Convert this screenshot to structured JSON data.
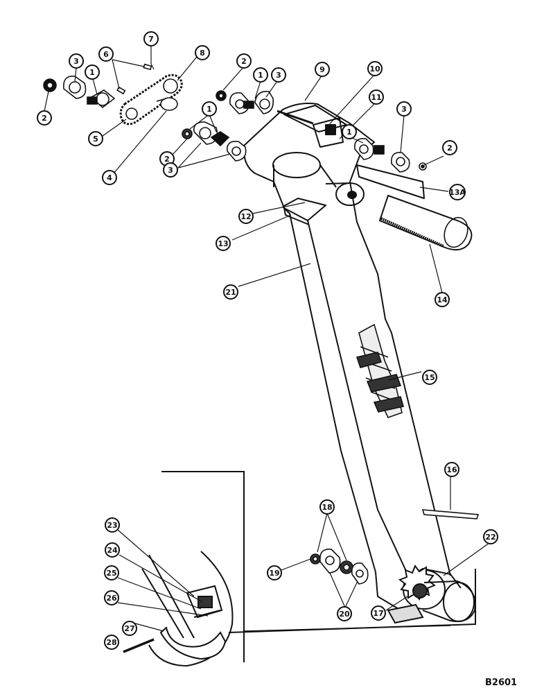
{
  "diagram": {
    "reference_code": "B2601",
    "callouts": [
      {
        "id": "c-2a",
        "label": "2"
      },
      {
        "id": "c-3a",
        "label": "3"
      },
      {
        "id": "c-1a",
        "label": "1"
      },
      {
        "id": "c-6",
        "label": "6"
      },
      {
        "id": "c-7",
        "label": "7"
      },
      {
        "id": "c-8",
        "label": "8"
      },
      {
        "id": "c-5",
        "label": "5"
      },
      {
        "id": "c-4",
        "label": "4"
      },
      {
        "id": "c-2b",
        "label": "2"
      },
      {
        "id": "c-1b",
        "label": "1"
      },
      {
        "id": "c-3b",
        "label": "3"
      },
      {
        "id": "c-1c",
        "label": "1"
      },
      {
        "id": "c-2c",
        "label": "2"
      },
      {
        "id": "c-3c",
        "label": "3"
      },
      {
        "id": "c-9",
        "label": "9"
      },
      {
        "id": "c-10",
        "label": "10"
      },
      {
        "id": "c-11",
        "label": "11"
      },
      {
        "id": "c-1d",
        "label": "1"
      },
      {
        "id": "c-3d",
        "label": "3"
      },
      {
        "id": "c-2d",
        "label": "2"
      },
      {
        "id": "c-13a",
        "label": "13A"
      },
      {
        "id": "c-12",
        "label": "12"
      },
      {
        "id": "c-13",
        "label": "13"
      },
      {
        "id": "c-14",
        "label": "14"
      },
      {
        "id": "c-21",
        "label": "21"
      },
      {
        "id": "c-15",
        "label": "15"
      },
      {
        "id": "c-16",
        "label": "16"
      },
      {
        "id": "c-18",
        "label": "18"
      },
      {
        "id": "c-19",
        "label": "19"
      },
      {
        "id": "c-20",
        "label": "20"
      },
      {
        "id": "c-22",
        "label": "22"
      },
      {
        "id": "c-17",
        "label": "17"
      },
      {
        "id": "c-23",
        "label": "23"
      },
      {
        "id": "c-24",
        "label": "24"
      },
      {
        "id": "c-25",
        "label": "25"
      },
      {
        "id": "c-26",
        "label": "26"
      },
      {
        "id": "c-27",
        "label": "27"
      },
      {
        "id": "c-28",
        "label": "28"
      }
    ]
  }
}
